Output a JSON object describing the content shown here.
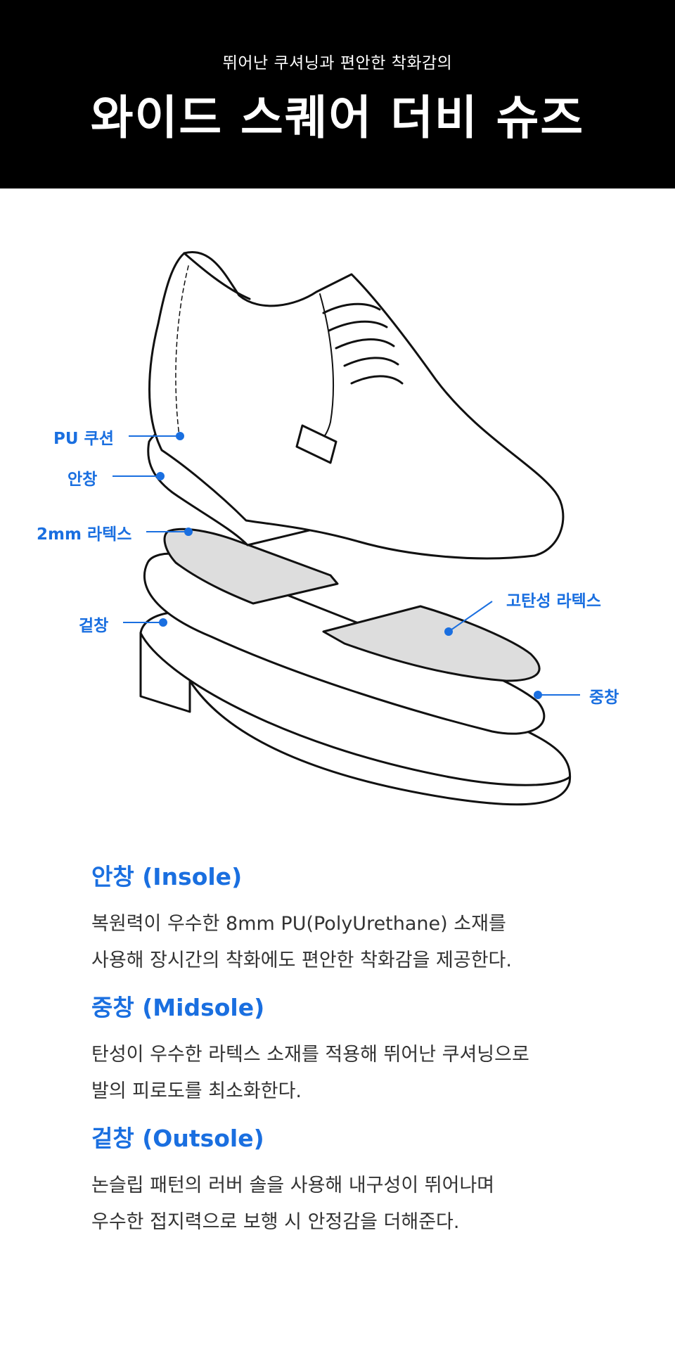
{
  "header": {
    "subtitle": "뛰어난 쿠셔닝과 편안한 착화감의",
    "title": "와이드 스퀘어 더비 슈즈"
  },
  "callouts": {
    "pu_cushion": "PU 쿠션",
    "insole": "안창",
    "latex_2mm": "2mm 라텍스",
    "outsole": "겉창",
    "high_elastic_latex": "고탄성 라텍스",
    "midsole": "중창"
  },
  "colors": {
    "accent": "#1a6fe0",
    "header_bg": "#000000",
    "latex_fill": "#dddddd"
  },
  "sections": [
    {
      "title": "안창 (Insole)",
      "lines": [
        "복원력이 우수한 8mm PU(PolyUrethane) 소재를",
        "사용해 장시간의 착화에도 편안한 착화감을 제공한다."
      ]
    },
    {
      "title": "중창 (Midsole)",
      "lines": [
        "탄성이 우수한 라텍스 소재를 적용해 뛰어난 쿠셔닝으로",
        "발의 피로도를 최소화한다."
      ]
    },
    {
      "title": "겉창 (Outsole)",
      "lines": [
        "논슬립 패턴의 러버 솔을 사용해 내구성이 뛰어나며",
        "우수한 접지력으로 보행 시 안정감을 더해준다."
      ]
    }
  ]
}
